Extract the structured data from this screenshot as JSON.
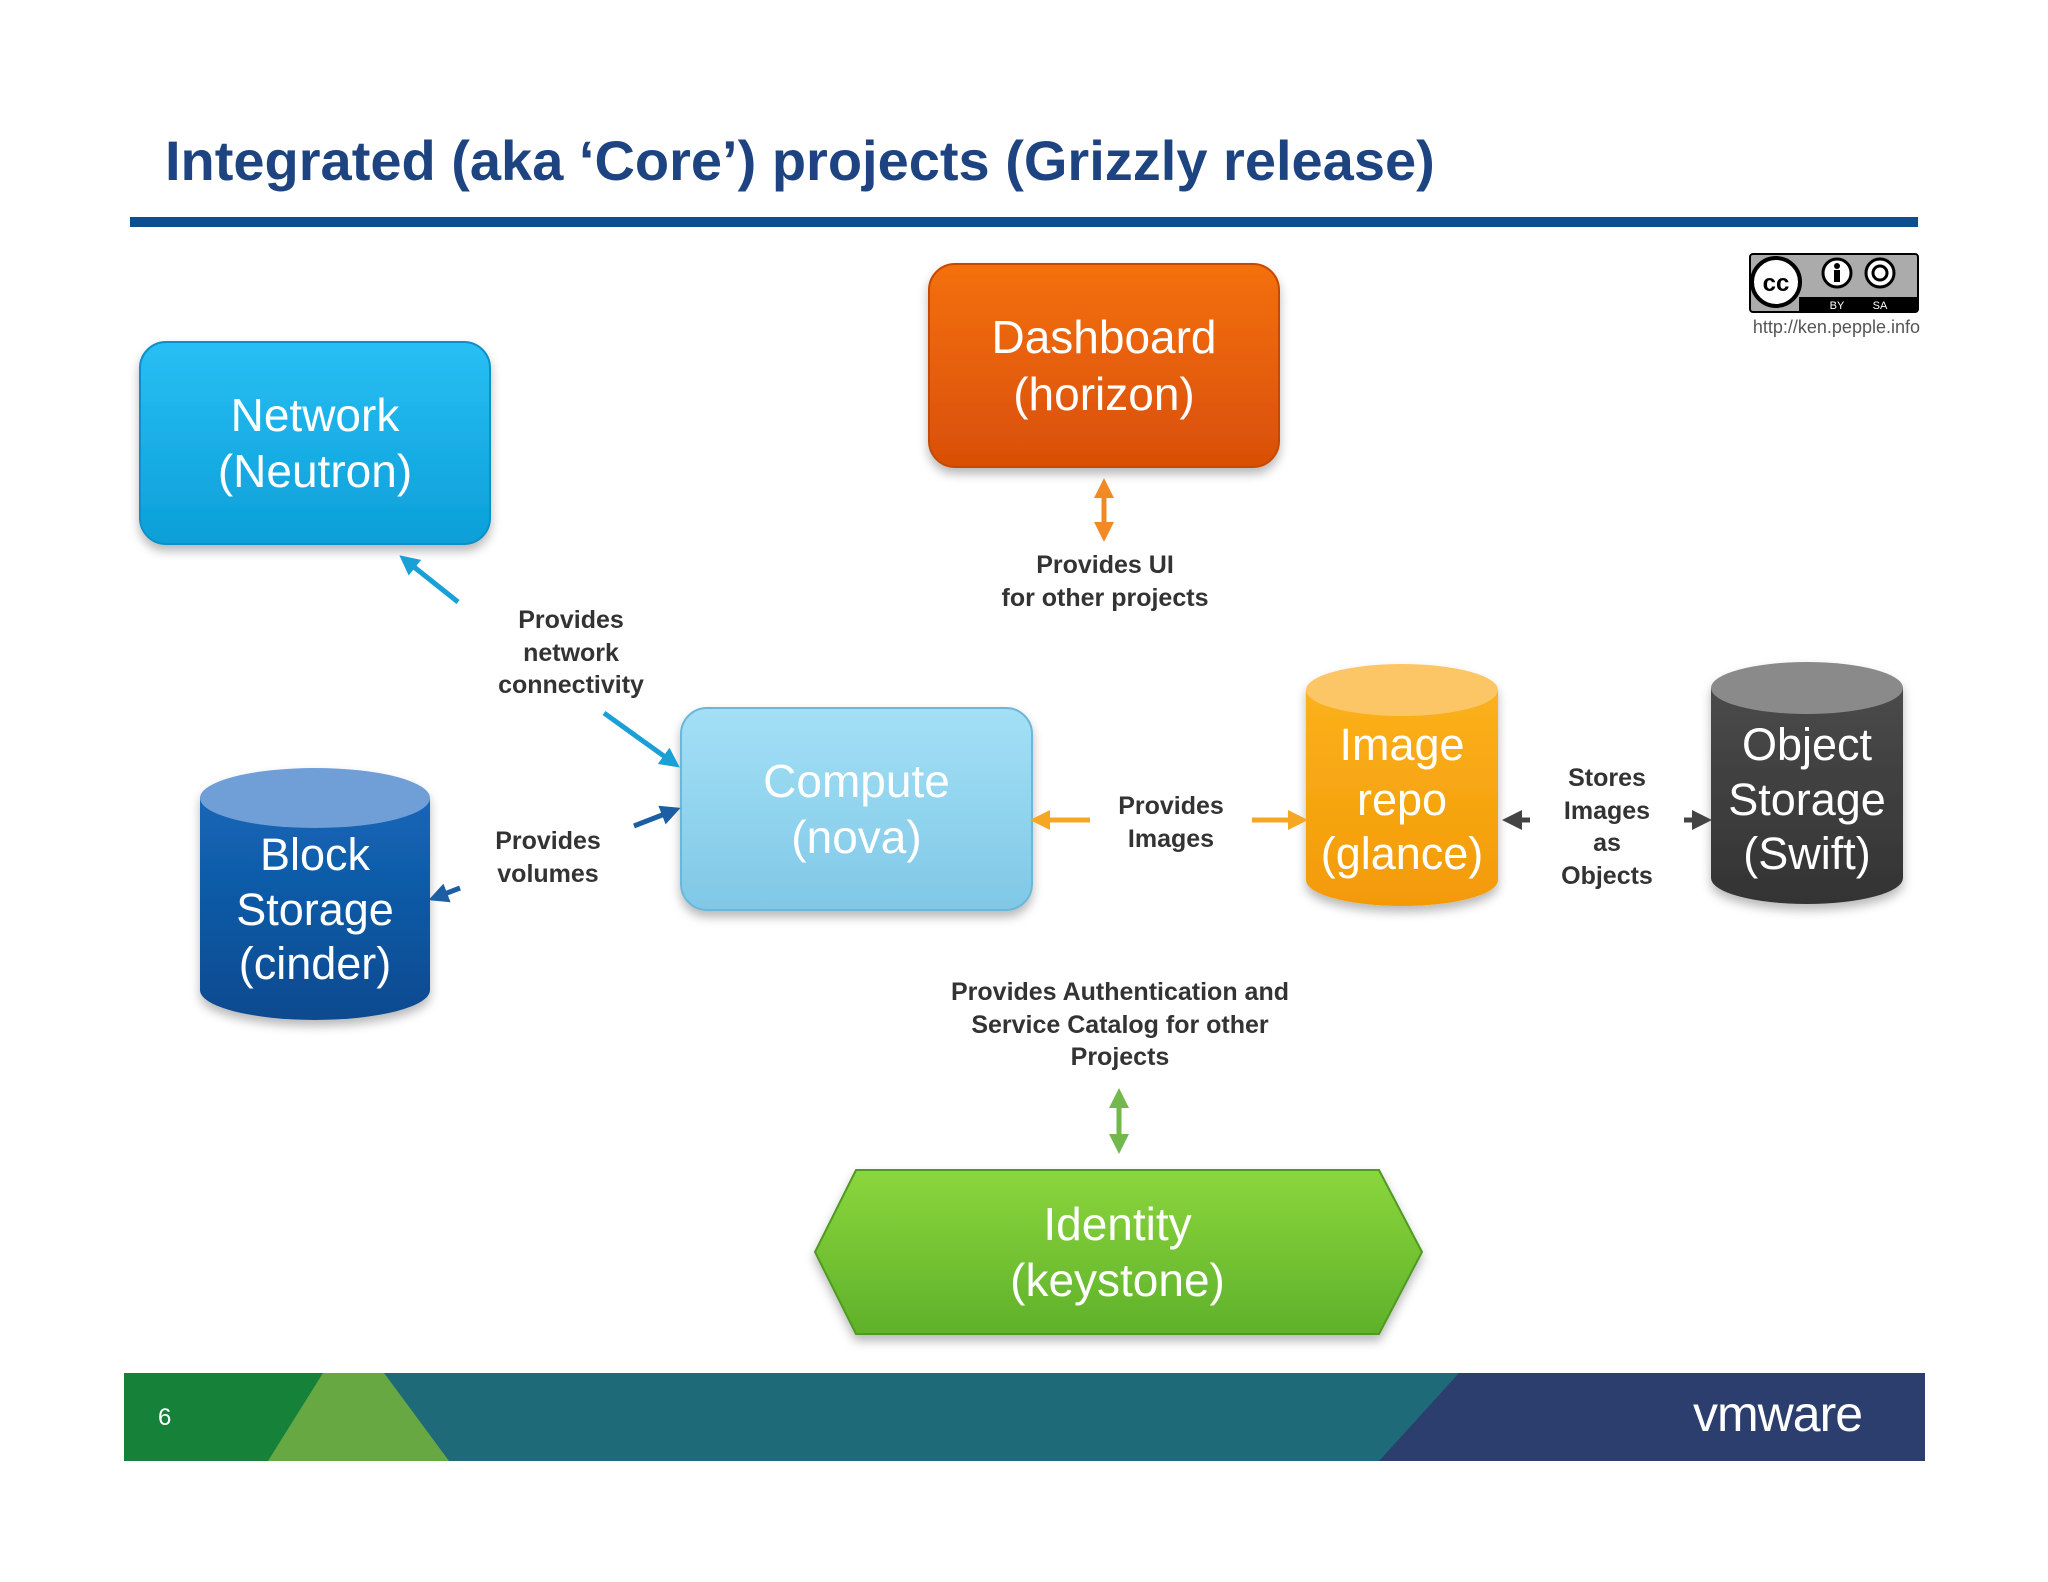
{
  "slide": {
    "title": "Integrated (aka ‘Core’) projects (Grizzly release)",
    "page_number": "6",
    "logo_text": "vmware"
  },
  "license": {
    "badge": "cc-by-sa-icon",
    "url": "http://ken.pepple.info"
  },
  "nodes": {
    "network": {
      "label": "Network\n(Neutron)",
      "color": "#1ab1e8"
    },
    "dashboard": {
      "label": "Dashboard\n(horizon)",
      "color": "#e9640c"
    },
    "compute": {
      "label": "Compute\n(nova)",
      "color": "#8fd4ef"
    },
    "block_storage": {
      "label": "Block\nStorage\n(cinder)",
      "color": "#0d57a4"
    },
    "image_repo": {
      "label": "Image\nrepo\n(glance)",
      "color": "#f6a30d"
    },
    "object_storage": {
      "label": "Object\nStorage\n(Swift)",
      "color": "#3e3e3e"
    },
    "identity": {
      "label": "Identity\n(keystone)",
      "color": "#6cc02e"
    }
  },
  "edge_labels": {
    "network": "Provides\nnetwork\nconnectivity",
    "dashboard": "Provides UI\nfor other projects",
    "block_storage": "Provides\nvolumes",
    "image_repo": "Provides\nImages",
    "object_storage": "Stores\nImages\nas\nObjects",
    "identity": "Provides Authentication and\nService Catalog for other\nProjects"
  },
  "footer_colors": [
    "#168239",
    "#68a843",
    "#1f6a78",
    "#2c3e6e"
  ]
}
